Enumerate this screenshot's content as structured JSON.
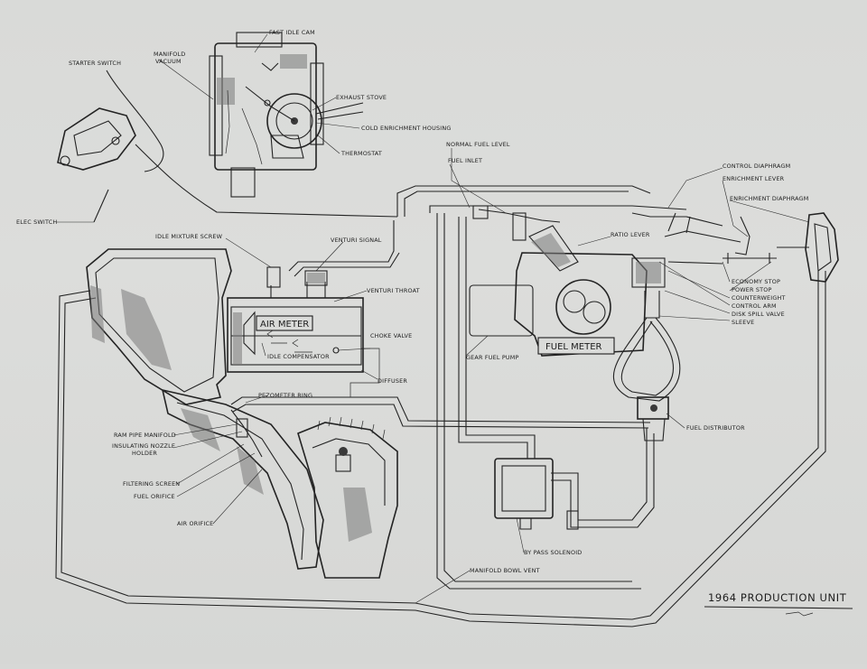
{
  "title": "1964 PRODUCTION UNIT",
  "subtitle_scribble": "",
  "boxes": {
    "air_meter": "AIR METER",
    "fuel_meter": "FUEL METER"
  },
  "labels": {
    "fast_idle_cam": "FAST IDLE CAM",
    "manifold_vacuum": "MANIFOLD VACUUM",
    "starter_switch": "STARTER SWITCH",
    "exhaust_stove": "EXHAUST STOVE",
    "cold_enrichment_housing": "COLD ENRICHMENT HOUSING",
    "thermostat": "THERMOSTAT",
    "normal_fuel_level": "NORMAL FUEL LEVEL",
    "fuel_inlet": "FUEL INLET",
    "control_diaphragm": "CONTROL DIAPHRAGM",
    "enrichment_lever": "ENRICHMENT LEVER",
    "enrichment_diaphragm": "ENRICHMENT DIAPHRAGM",
    "elec_switch": "ELEC SWITCH",
    "idle_mixture_screw": "IDLE MIXTURE SCREW",
    "venturi_signal": "VENTURI SIGNAL",
    "ratio_lever": "RATIO LEVER",
    "venturi_throat": "VENTURI THROAT",
    "economy_stop": "ECONOMY STOP",
    "power_stop": "POWER STOP",
    "counterweight": "COUNTERWEIGHT",
    "control_arm": "CONTROL ARM",
    "disk_spill_valve": "DISK SPILL VALVE",
    "sleeve": "SLEEVE",
    "choke_valve": "CHOKE VALVE",
    "idle_compensator": "IDLE COMPENSATOR",
    "gear_fuel_pump": "GEAR FUEL PUMP",
    "diffuser": "DIFFUSER",
    "pezometer_ring": "PEZOMETER RING",
    "fuel_distributor": "FUEL DISTRIBUTOR",
    "ram_pipe_manifold": "RAM PIPE MANIFOLD",
    "insulating_nozzle_holder": "INSULATING NOZZLE HOLDER",
    "filtering_screen": "FILTERING SCREEN",
    "fuel_orifice": "FUEL ORIFICE",
    "air_orifice": "AIR ORIFICE",
    "by_pass_solenoid": "BY PASS SOLENOID",
    "manifold_bowl_vent": "MANIFOLD BOWL VENT"
  }
}
